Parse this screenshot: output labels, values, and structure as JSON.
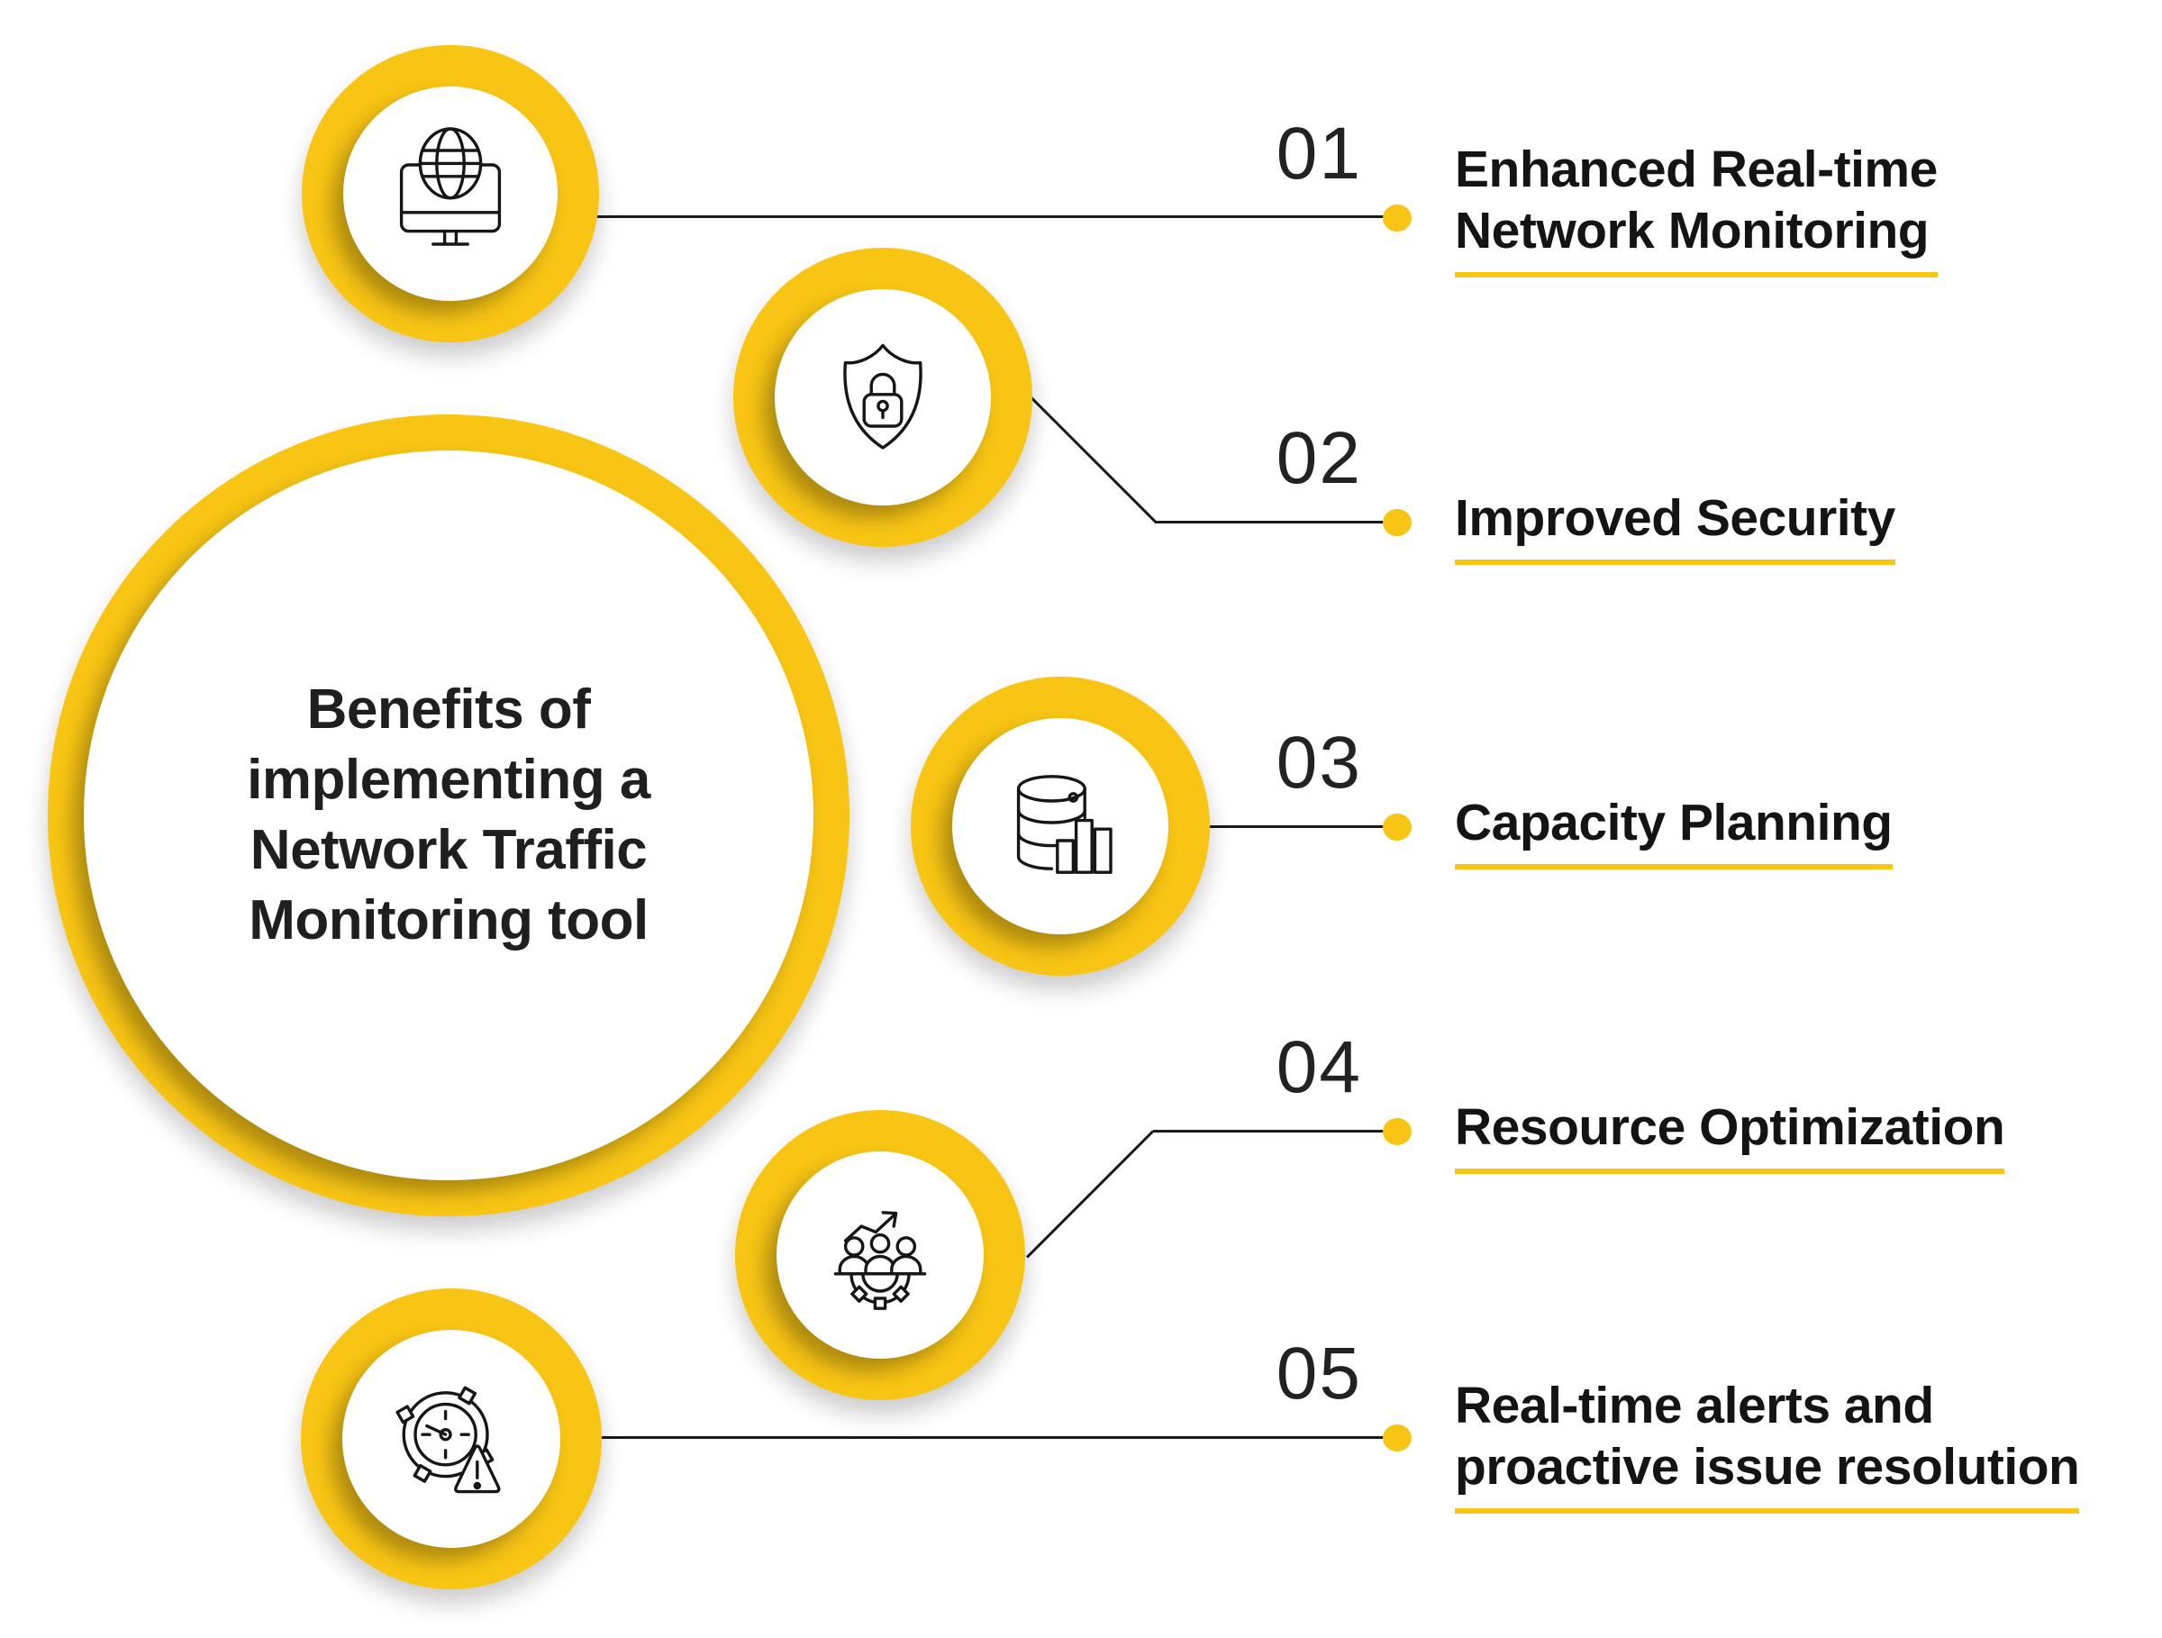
{
  "title": {
    "lines": [
      "Benefits of",
      "implementing a",
      "Network Traffic",
      "Monitoring tool"
    ]
  },
  "items": [
    {
      "number": "01",
      "icon": "globe-monitor-icon",
      "label_lines": [
        "Enhanced Real-time",
        "Network Monitoring"
      ]
    },
    {
      "number": "02",
      "icon": "shield-lock-icon",
      "label_lines": [
        "Improved Security"
      ]
    },
    {
      "number": "03",
      "icon": "database-chart-icon",
      "label_lines": [
        "Capacity Planning"
      ]
    },
    {
      "number": "04",
      "icon": "team-growth-gear-icon",
      "label_lines": [
        "Resource Optimization"
      ]
    },
    {
      "number": "05",
      "icon": "clock-alert-icon",
      "label_lines": [
        "Real-time alerts and",
        "proactive issue resolution"
      ]
    }
  ],
  "colors": {
    "accent": "#F8C514",
    "text": "#1B1B1B",
    "connector": "#1A1A1A",
    "background": "#FFFFFF"
  }
}
